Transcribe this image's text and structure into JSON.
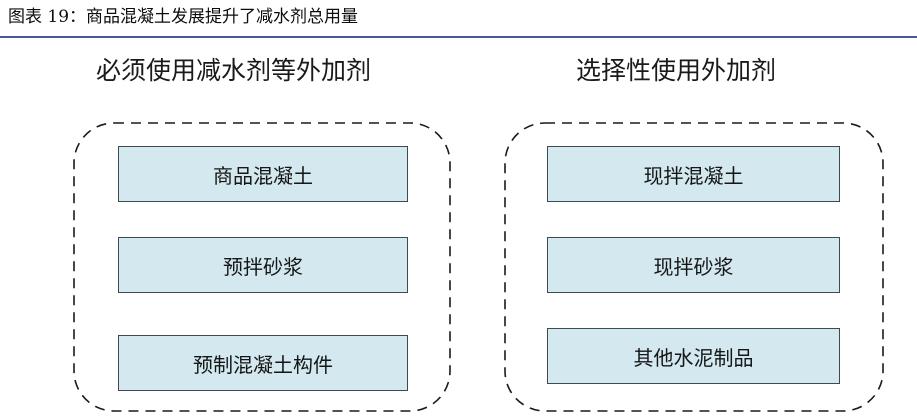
{
  "figure": {
    "title": "图表 19：商品混凝土发展提升了减水剂总用量"
  },
  "groups": [
    {
      "heading": "必须使用减水剂等外加剂",
      "items": [
        "商品混凝土",
        "预拌砂浆",
        "预制混凝土构件"
      ]
    },
    {
      "heading": "选择性使用外加剂",
      "items": [
        "现拌混凝土",
        "现拌砂浆",
        "其他水泥制品"
      ]
    }
  ],
  "colors": {
    "title_rule": "#4a5896",
    "node_fill": "#d3e8ef",
    "node_border": "#3f4a50",
    "frame_dash": "#1a1a1a"
  }
}
